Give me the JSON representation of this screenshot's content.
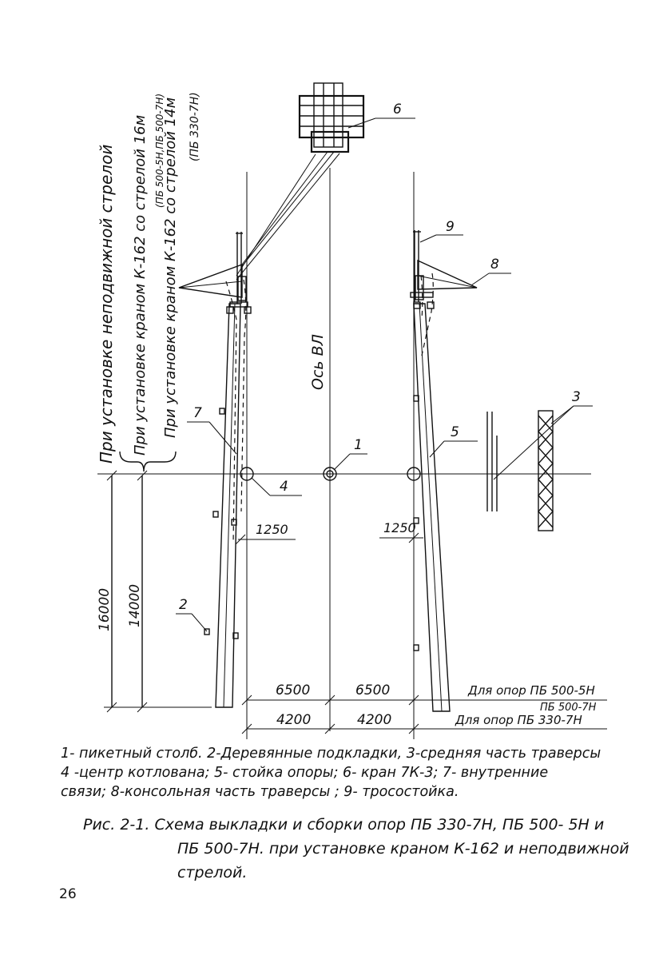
{
  "labels": {
    "vertical_1": "При установке неподвижной стрелой",
    "vertical_2": "При установке краном К-162 со стрелой 16м",
    "vertical_2_sub": "(ПБ 500-5Н,ПБ 500-7Н)",
    "vertical_3": "При установке краном К-162 со стрелой 14м",
    "vertical_3_sub": "(ПБ 330-7Н)",
    "axis": "Ось ВЛ"
  },
  "callouts": [
    "1",
    "2",
    "3",
    "4",
    "5",
    "6",
    "7",
    "8",
    "9"
  ],
  "dimensions": {
    "h16000": "16000",
    "h14000": "14000",
    "offset_left": "1250",
    "offset_right": "1250",
    "w6500_left": "6500",
    "w6500_right": "6500",
    "w4200_left": "4200",
    "w4200_right": "4200"
  },
  "notes": {
    "for_500_line1": "Для опор ПБ 500-5Н",
    "for_500_line2": "ПБ 500-7Н",
    "for_330": "Для опор ПБ 330-7Н"
  },
  "legend": [
    "1- пикетный столб. 2-Деревянные подкладки, 3-средняя часть траверсы",
    "4 -центр котлована; 5- стойка опоры; 6- кран 7К-3; 7- внутренние",
    "связи; 8-консольная часть траверсы ; 9- тросостойка."
  ],
  "caption": [
    "Рис. 2-1. Схема выкладки и сборки опор ПБ 330-7Н, ПБ 500- 5Н и",
    "ПБ 500-7Н. при установке краном К-162 и неподвижной",
    "стрелой."
  ],
  "page_number": "26"
}
